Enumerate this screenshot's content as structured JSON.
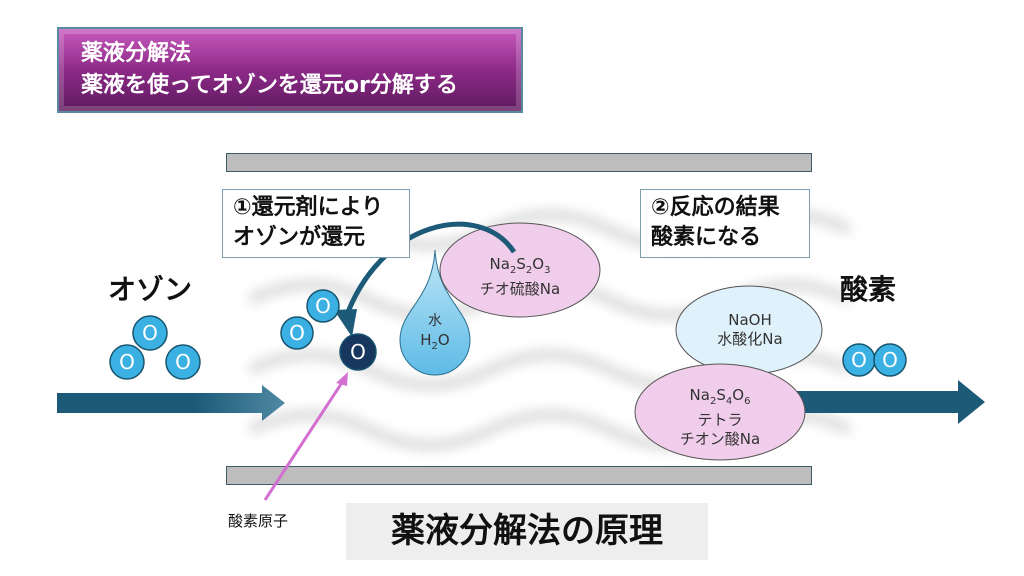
{
  "header": {
    "line1": "薬液分解法",
    "line2": "薬液を使ってオゾンを還元or分解する"
  },
  "step1": {
    "line1": "①還元剤により",
    "line2": "オゾンが還元"
  },
  "step2": {
    "line1": "②反応の結果",
    "line2": "酸素になる"
  },
  "ozone_label": "オゾン",
  "oxygen_label": "酸素",
  "atom_symbol": "O",
  "water": {
    "name": "水",
    "formula": "H",
    "sub": "2",
    "formula_end": "O"
  },
  "thiosulfate": {
    "f": [
      "Na",
      "2",
      "S",
      "2",
      "O",
      "3"
    ],
    "name": "チオ硫酸Na"
  },
  "naoh": {
    "formula": "NaOH",
    "name": "水酸化Na"
  },
  "tetrathionate": {
    "f": [
      "Na",
      "2",
      "S",
      "4",
      "O",
      "6"
    ],
    "name1": "テトラ",
    "name2": "チオン酸Na"
  },
  "oxygen_atom_label": "酸素原子",
  "footer_title": "薬液分解法の原理",
  "colors": {
    "title_bg": "#a33a9c",
    "arrow": "#1c5a78",
    "atom_light": "#3bb0e3",
    "atom_dark": "#17375e",
    "pink": "#f0cdea",
    "light_blue": "#dff1fa"
  }
}
